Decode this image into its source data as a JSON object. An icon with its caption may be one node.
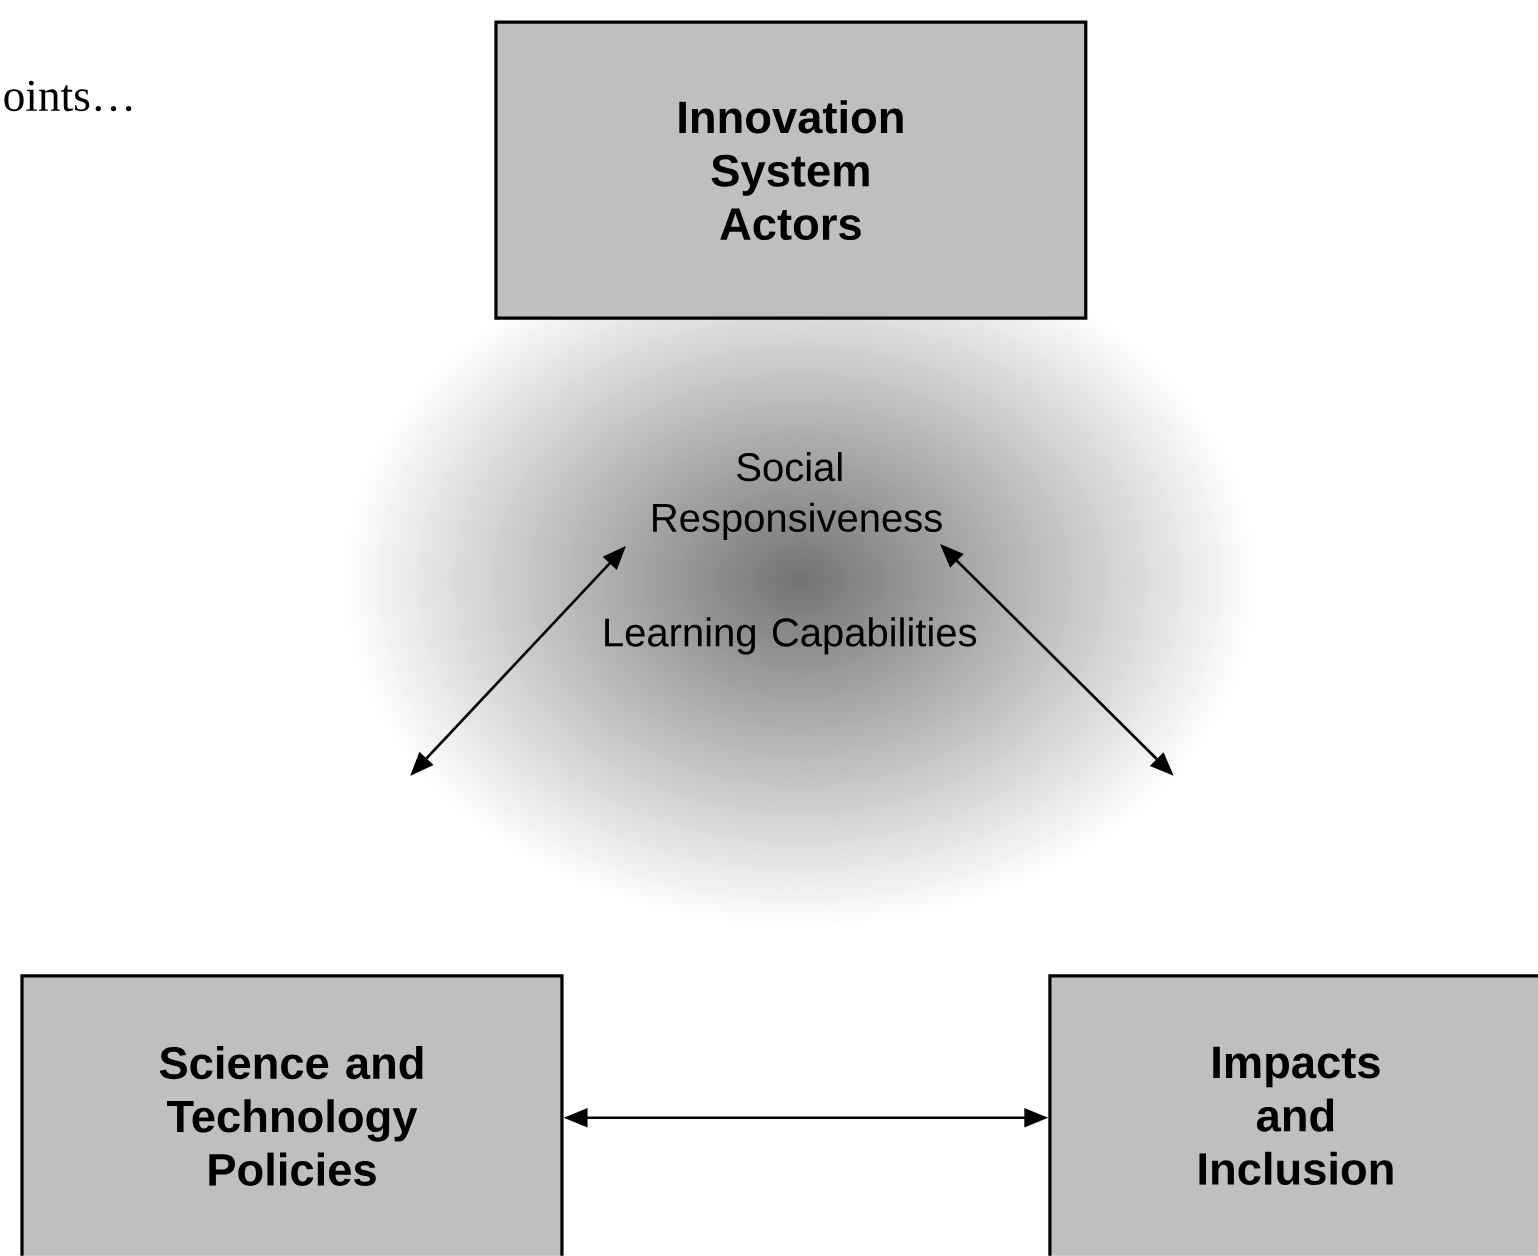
{
  "diagram": {
    "nodes": [
      {
        "text": [
          "Innovation System Actors"
        ]
      },
      {
        "text": [
          "Social Responsiveness",
          "Learning Capabilities"
        ]
      },
      {
        "text": [
          "Science and Technology Policies"
        ]
      },
      {
        "text": [
          "Impacts and Inclusion"
        ]
      }
    ],
    "edges": [
      {
        "from": 1,
        "to": null,
        "arrow": "both"
      },
      {
        "from": 1,
        "to": null,
        "arrow": "both"
      },
      {
        "from": 2,
        "to": 3,
        "arrow": "both"
      }
    ],
    "labels": [
      "oints…"
    ]
  }
}
